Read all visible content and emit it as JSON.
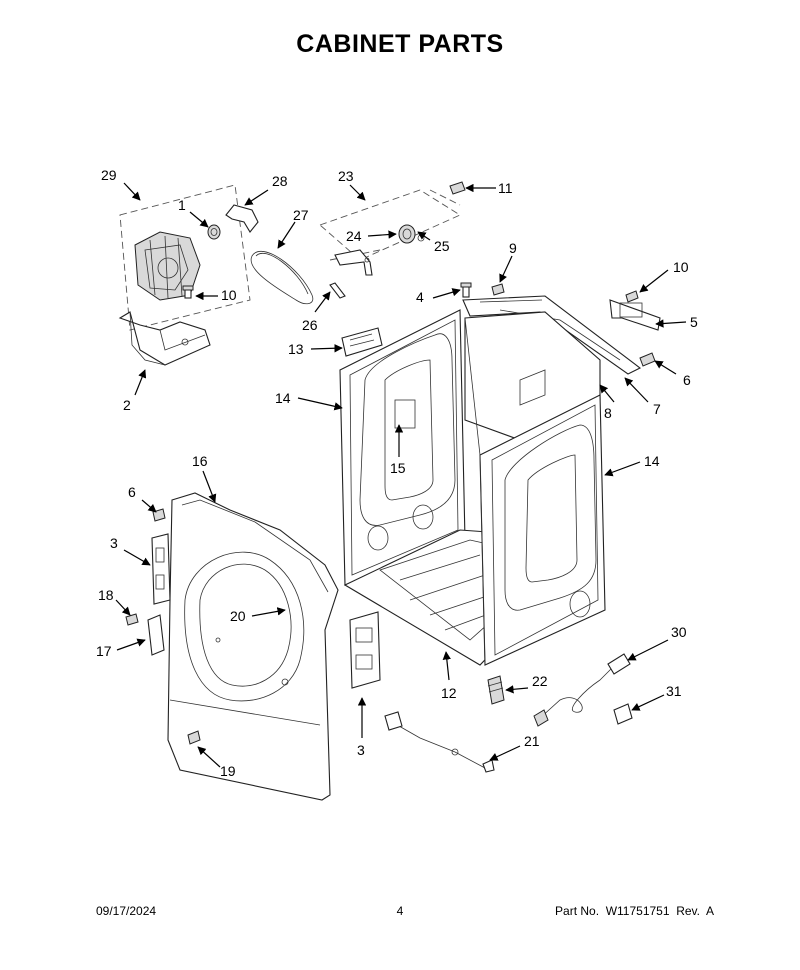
{
  "title": "CABINET PARTS",
  "footer": {
    "date": "09/17/2024",
    "page": "4",
    "part_no": "Part No.  W11751751  Rev.  A"
  },
  "callouts": [
    "29",
    "28",
    "1",
    "27",
    "23",
    "11",
    "24",
    "25",
    "9",
    "10",
    "10",
    "4",
    "5",
    "26",
    "13",
    "6",
    "2",
    "14",
    "8",
    "7",
    "14",
    "15",
    "16",
    "6",
    "3",
    "20",
    "18",
    "17",
    "30",
    "22",
    "12",
    "31",
    "3",
    "21",
    "19"
  ]
}
